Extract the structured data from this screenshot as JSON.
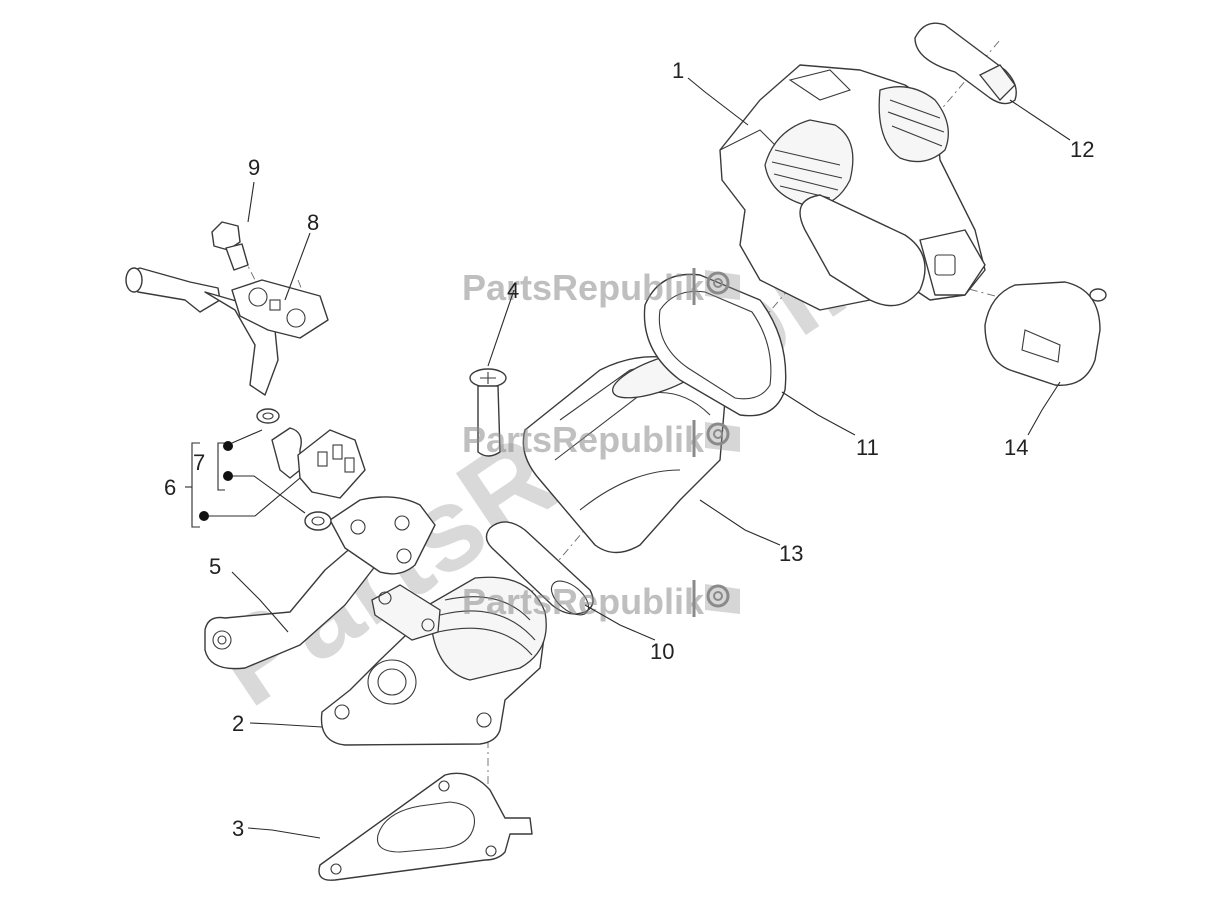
{
  "watermark": {
    "text": "PartsRepublik",
    "big_text": "PartsRepublik",
    "color": "#8a8a8a"
  },
  "callouts": {
    "c1": "1",
    "c2": "2",
    "c3": "3",
    "c4": "4",
    "c5": "5",
    "c6": "6",
    "c7": "7",
    "c8": "8",
    "c9": "9",
    "c10": "10",
    "c11": "11",
    "c12": "12",
    "c13": "13",
    "c14": "14"
  },
  "icons": [
    "gear-icon",
    "flag-icon"
  ]
}
